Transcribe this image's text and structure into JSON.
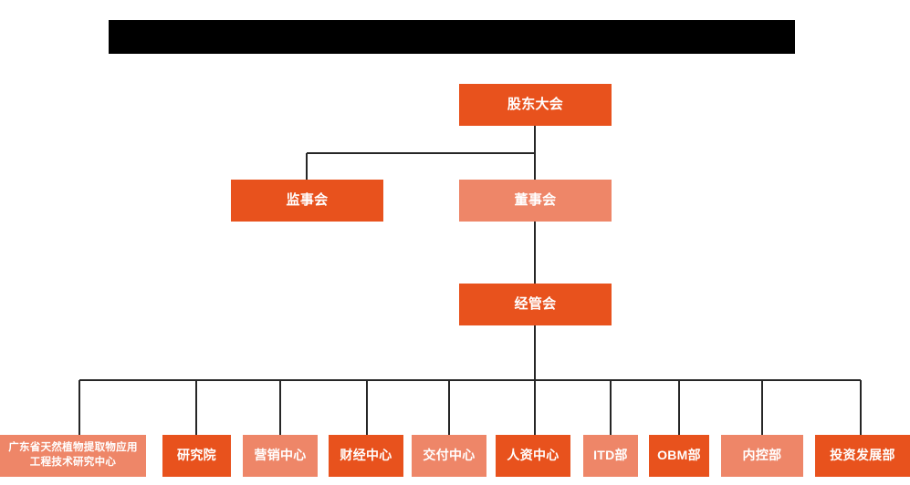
{
  "diagram": {
    "type": "organization-chart",
    "title_bar": {
      "name": "redacted-title-bar",
      "state": "redacted",
      "color": "#000000"
    },
    "colors": {
      "node_dark": "#E8521D",
      "node_light": "#EE8668",
      "connector": "#262626",
      "text": "#FFFFFF",
      "background": "#FFFFFF"
    },
    "levels": [
      {
        "level": 1,
        "nodes": [
          {
            "id": "shareholders",
            "label": "股东大会",
            "tone": "dark"
          }
        ]
      },
      {
        "level": 2,
        "nodes": [
          {
            "id": "supervisors",
            "label": "监事会",
            "tone": "dark"
          },
          {
            "id": "directors",
            "label": "董事会",
            "tone": "light"
          }
        ]
      },
      {
        "level": 3,
        "nodes": [
          {
            "id": "management",
            "label": "经管会",
            "tone": "dark"
          }
        ]
      },
      {
        "level": 4,
        "nodes": [
          {
            "id": "dept-0",
            "label": "广东省天然植物提取物应用工程技术研究中心",
            "tone": "light"
          },
          {
            "id": "dept-1",
            "label": "研究院",
            "tone": "dark"
          },
          {
            "id": "dept-2",
            "label": "营销中心",
            "tone": "light"
          },
          {
            "id": "dept-3",
            "label": "财经中心",
            "tone": "dark"
          },
          {
            "id": "dept-4",
            "label": "交付中心",
            "tone": "light"
          },
          {
            "id": "dept-5",
            "label": "人资中心",
            "tone": "dark"
          },
          {
            "id": "dept-6",
            "label": "ITD部",
            "tone": "light"
          },
          {
            "id": "dept-7",
            "label": "OBM部",
            "tone": "dark"
          },
          {
            "id": "dept-8",
            "label": "内控部",
            "tone": "light"
          },
          {
            "id": "dept-9",
            "label": "投资发展部",
            "tone": "dark"
          }
        ]
      }
    ]
  },
  "nodes": {
    "shareholders": "股东大会",
    "supervisors": "监事会",
    "directors": "董事会",
    "management": "经管会",
    "dept0": "广东省天然植物提取物应用工程技术研究中心",
    "dept1": "研究院",
    "dept2": "营销中心",
    "dept3": "财经中心",
    "dept4": "交付中心",
    "dept5": "人资中心",
    "dept6": "ITD部",
    "dept7": "OBM部",
    "dept8": "内控部",
    "dept9": "投资发展部"
  }
}
